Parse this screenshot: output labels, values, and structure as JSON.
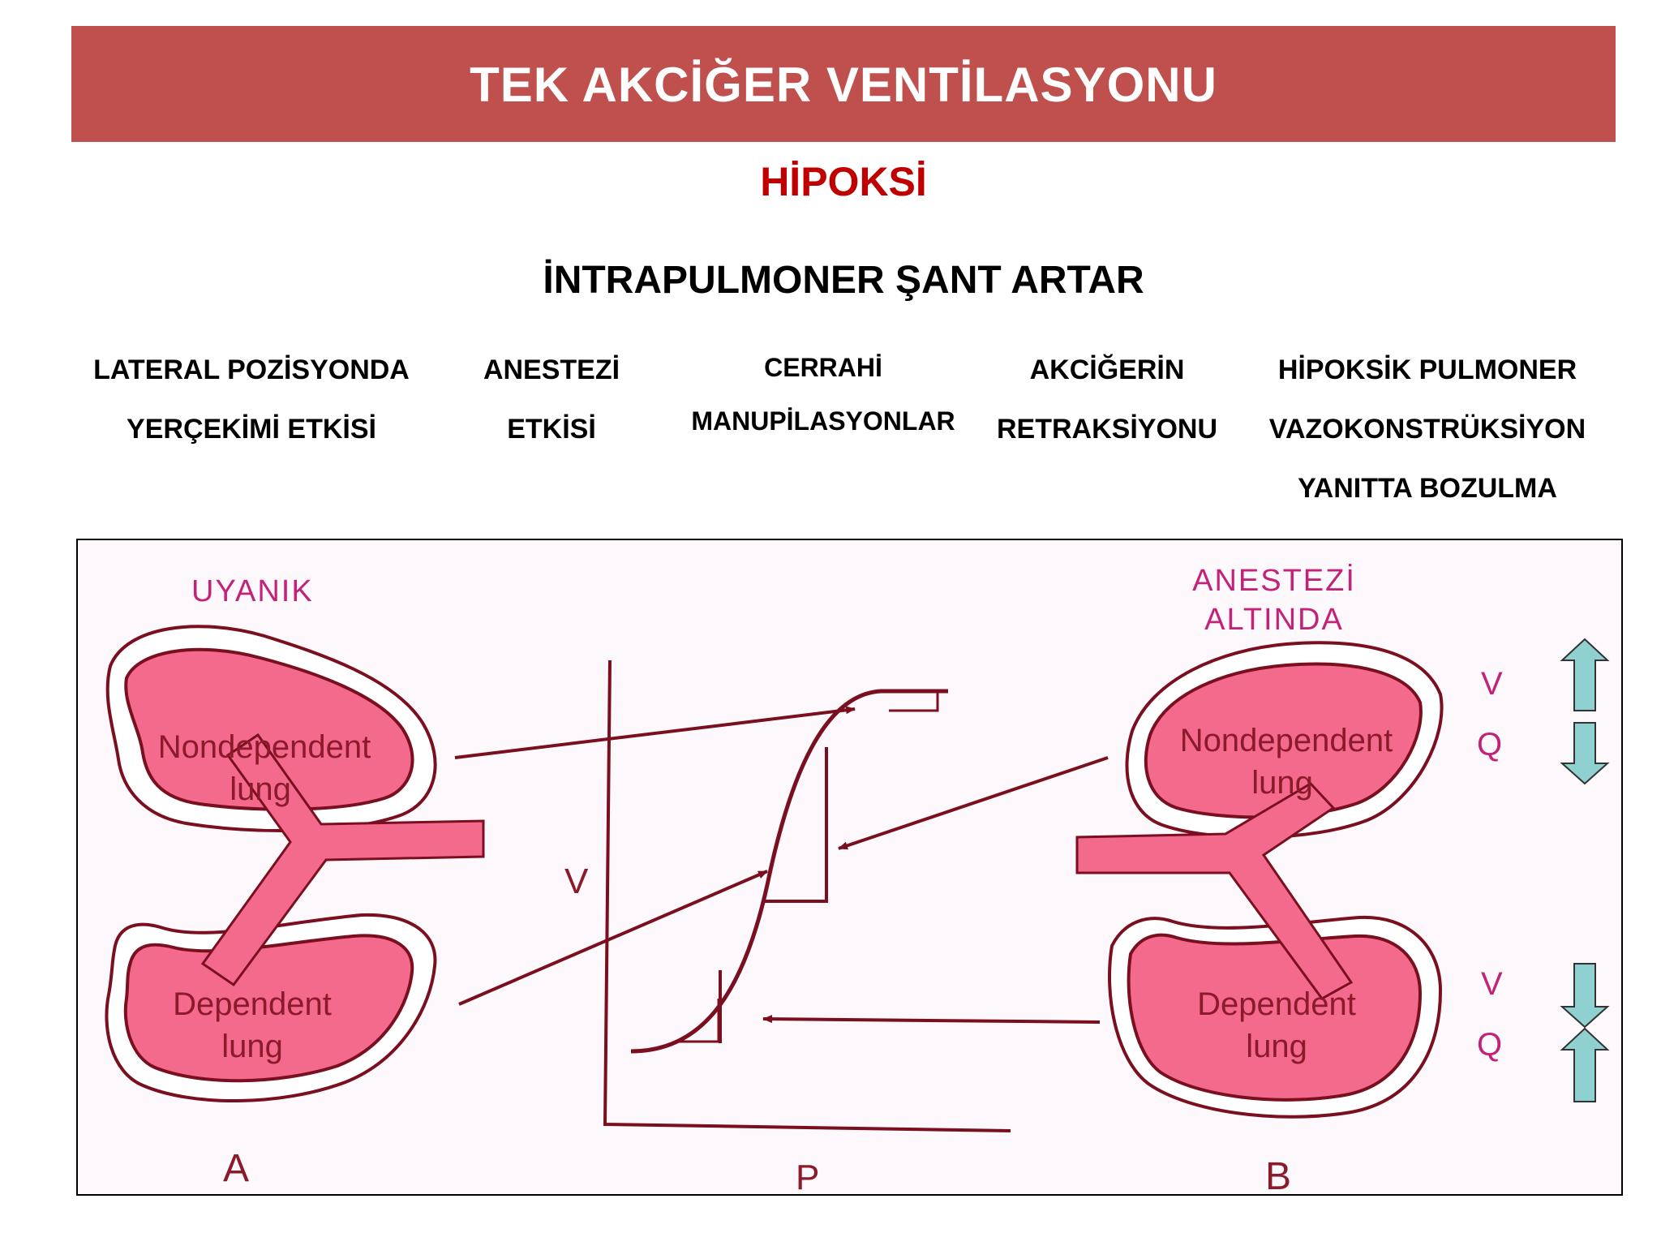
{
  "slide": {
    "title": "TEK AKCİĞER VENTİLASYONU",
    "subtitle": "HİPOKSİ",
    "heading": "İNTRAPULMONER ŞANT ARTAR"
  },
  "causes": [
    {
      "lines": [
        "LATERAL POZİSYONDA",
        "YERÇEKİMİ ETKİSİ"
      ]
    },
    {
      "lines": [
        "ANESTEZİ",
        "ETKİSİ"
      ]
    },
    {
      "lines": [
        "CERRAHİ",
        "MANUPİLASYONLAR"
      ]
    },
    {
      "lines": [
        "AKCİĞERİN",
        "RETRAKSİYONU"
      ]
    },
    {
      "lines": [
        "HİPOKSİK PULMONER",
        "VAZOKONSTRÜKSİYON",
        "YANITTA BOZULMA"
      ]
    }
  ],
  "diagram": {
    "awake_label": "UYANIK",
    "anesthesia_label_1": "ANESTEZİ",
    "anesthesia_label_2": "ALTINDA",
    "nondependent_1": "Nondependent",
    "nondependent_2": "lung",
    "dependent_1": "Dependent",
    "dependent_2": "lung",
    "y_axis": "V",
    "x_axis": "P",
    "panel_a": "A",
    "panel_b": "B",
    "v_label": "V",
    "q_label": "Q",
    "colors": {
      "banner": "#c0504d",
      "subtitle": "#c00000",
      "lung_fill": "#f36a8c",
      "outline": "#7a0f1f",
      "label_magenta": "#c2237a",
      "arrow_teal": "#8fd0d0"
    },
    "icons": [
      "arrow-up-icon",
      "arrow-down-icon"
    ]
  }
}
